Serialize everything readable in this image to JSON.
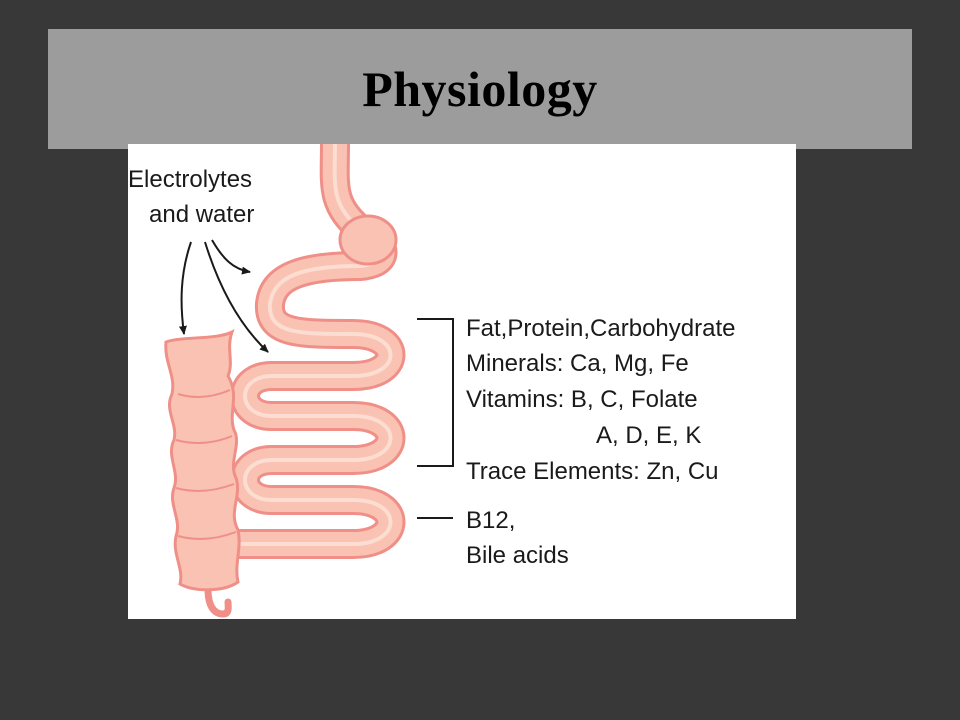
{
  "slide": {
    "title": "Physiology"
  },
  "diagram": {
    "colors": {
      "gut_outline": "#f08f88",
      "gut_fill": "#f9c2b2",
      "gut_highlight": "#fde3d8",
      "text": "#1a1a1a",
      "background": "#ffffff"
    },
    "labels": {
      "electrolytes_line1": "Electrolytes",
      "electrolytes_line2": "and water",
      "nutrients": [
        "Fat,Protein,Carbohydrate",
        "Minerals: Ca, Mg, Fe",
        "Vitamins: B, C, Folate",
        "A, D, E, K",
        "Trace Elements: Zn, Cu"
      ],
      "ileum_line1": "B12,",
      "ileum_line2": "Bile acids"
    }
  }
}
